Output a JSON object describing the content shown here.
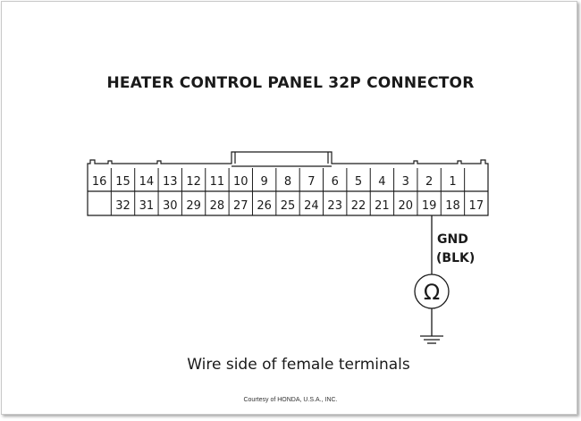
{
  "title": "HEATER CONTROL PANEL 32P CONNECTOR",
  "caption": "Wire side of female terminals",
  "courtesy": "Courtesy of HONDA, U.S.A., INC.",
  "connector": {
    "top_row": [
      "16",
      "15",
      "14",
      "13",
      "12",
      "11",
      "10",
      "9",
      "8",
      "7",
      "6",
      "5",
      "4",
      "3",
      "2",
      "1"
    ],
    "bottom_row": [
      "",
      "32",
      "31",
      "30",
      "29",
      "28",
      "27",
      "26",
      "25",
      "24",
      "23",
      "22",
      "21",
      "20",
      "19",
      "18",
      "17"
    ]
  },
  "ground_label": "GND",
  "ground_wire_color": "(BLK)",
  "meter_symbol": "Ω",
  "colors": {
    "line": "#1a1a1a",
    "background": "#ffffff"
  }
}
